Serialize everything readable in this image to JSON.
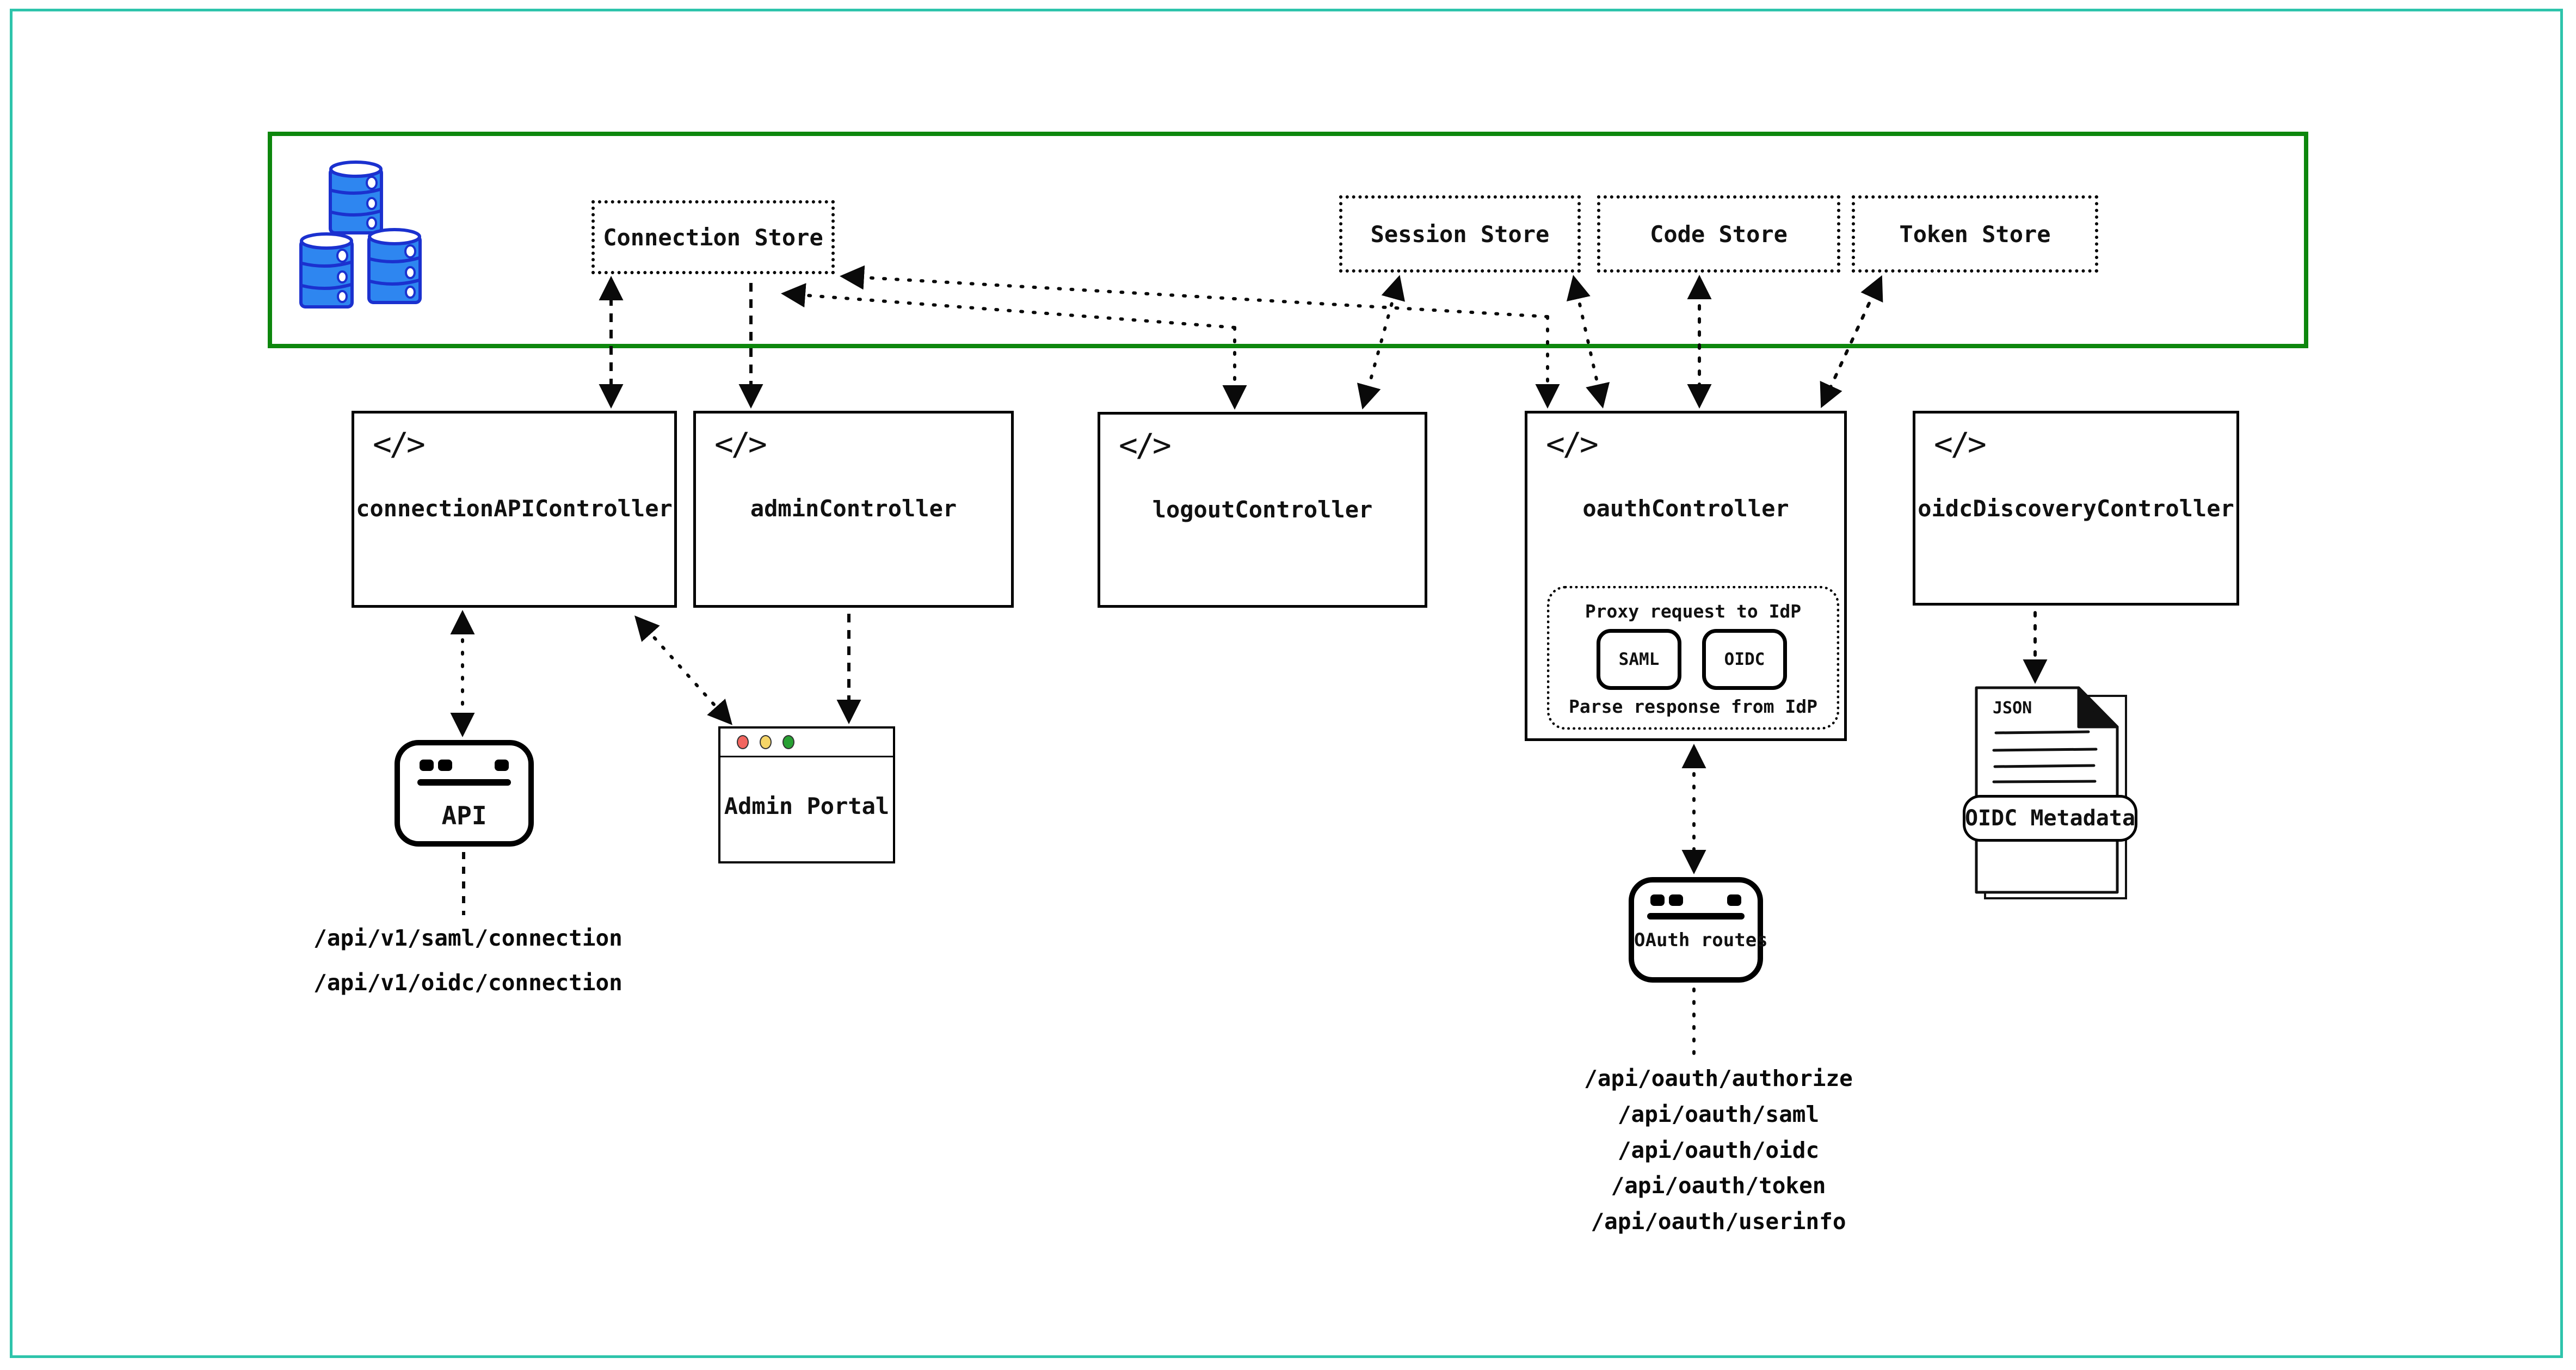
{
  "zone": {
    "stores": {
      "connection": "Connection Store",
      "session": "Session Store",
      "code": "Code Store",
      "token": "Token Store"
    }
  },
  "controllers": {
    "connection_api": "connectionAPIController",
    "admin": "adminController",
    "logout": "logoutController",
    "oauth": "oauthController",
    "oidc_discovery": "oidcDiscoveryController"
  },
  "oauth_internal": {
    "proxy_title": "Proxy request to IdP",
    "parse_title": "Parse response from IdP",
    "saml_chip": "SAML",
    "oidc_chip": "OIDC"
  },
  "clients": {
    "api_label": "API",
    "admin_portal_label": "Admin Portal",
    "oauth_routes_label": "OAuth routes"
  },
  "document": {
    "file_type": "JSON",
    "label": "OIDC Metadata"
  },
  "api_paths": {
    "connection": [
      "/api/v1/saml/connection",
      "/api/v1/oidc/connection"
    ],
    "oauth": [
      "/api/oauth/authorize",
      "/api/oauth/saml",
      "/api/oauth/oidc",
      "/api/oauth/token",
      "/api/oauth/userinfo"
    ]
  },
  "icons": {
    "code_glyph": "</>"
  },
  "colors": {
    "outer_border": "#2ec4ab",
    "store_zone_border": "#0d870d",
    "database_fill": "#2e86f0",
    "database_stroke": "#1b31cf",
    "traffic_red": "#f2655f",
    "traffic_yellow": "#f5d567",
    "traffic_green": "#27a032",
    "line_color": "#0a0a0a"
  }
}
